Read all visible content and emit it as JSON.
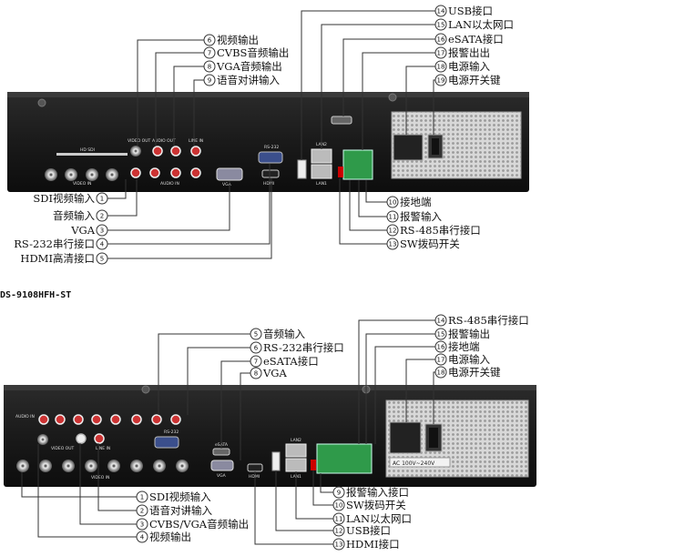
{
  "model_label": "DS-9108HFH-ST",
  "top_panel": {
    "callouts": [
      {
        "num": "1",
        "text": "SDI视频输入"
      },
      {
        "num": "2",
        "text": "音频输入"
      },
      {
        "num": "3",
        "text": "VGA"
      },
      {
        "num": "4",
        "text": "RS-232串行接口"
      },
      {
        "num": "5",
        "text": "HDMI高清接口"
      },
      {
        "num": "6",
        "text": "视频输出"
      },
      {
        "num": "7",
        "text": "CVBS音频输出"
      },
      {
        "num": "8",
        "text": "VGA音频输出"
      },
      {
        "num": "9",
        "text": "语音对讲输入"
      },
      {
        "num": "10",
        "text": "接地端"
      },
      {
        "num": "11",
        "text": "报警输入"
      },
      {
        "num": "12",
        "text": "RS-485串行接口"
      },
      {
        "num": "13",
        "text": "SW拨码开关"
      },
      {
        "num": "14",
        "text": "USB接口"
      },
      {
        "num": "15",
        "text": "LAN以太网口"
      },
      {
        "num": "16",
        "text": "eSATA接口"
      },
      {
        "num": "17",
        "text": "报警出出"
      },
      {
        "num": "18",
        "text": "电源输入"
      },
      {
        "num": "19",
        "text": "电源开关键"
      }
    ],
    "panel_markings": {
      "hd_sdi": "HD SDI",
      "video_in": "VIDEO IN",
      "video_out": "VIDEO OUT",
      "audio_out": "AUDIO OUT",
      "line_in": "LINE IN",
      "audio_in": "AUDIO IN",
      "rs232": "RS-232",
      "lan2": "LAN2",
      "lan1": "LAN1",
      "vga": "VGA",
      "hdmi": "HDMI"
    }
  },
  "bottom_panel": {
    "callouts": [
      {
        "num": "1",
        "text": "SDI视频输入"
      },
      {
        "num": "2",
        "text": "语音对讲输入"
      },
      {
        "num": "3",
        "text": "CVBS/VGA音频输出"
      },
      {
        "num": "4",
        "text": "视频输出"
      },
      {
        "num": "5",
        "text": "音频输入"
      },
      {
        "num": "6",
        "text": "RS-232串行接口"
      },
      {
        "num": "7",
        "text": "eSATA接口"
      },
      {
        "num": "8",
        "text": "VGA"
      },
      {
        "num": "9",
        "text": "报警输入接口"
      },
      {
        "num": "10",
        "text": "SW拨码开关"
      },
      {
        "num": "11",
        "text": "LAN以太网口"
      },
      {
        "num": "12",
        "text": "USB接口"
      },
      {
        "num": "13",
        "text": "HDMI接口"
      },
      {
        "num": "14",
        "text": "RS-485串行接口"
      },
      {
        "num": "15",
        "text": "报警输出"
      },
      {
        "num": "16",
        "text": "接地端"
      },
      {
        "num": "17",
        "text": "电源输入"
      },
      {
        "num": "18",
        "text": "电源开关键"
      }
    ],
    "panel_markings": {
      "audio_in": "AUDIO IN",
      "video_out": "VIDEO OUT",
      "line_in": "LINE IN",
      "rs232": "RS-232",
      "esata": "eSATA",
      "lan2": "LAN2",
      "lan1": "LAN1",
      "video_in": "VIDEO IN",
      "vga": "VGA",
      "hdmi": "HDMI",
      "ac_rating": "AC  100V~240V"
    }
  }
}
